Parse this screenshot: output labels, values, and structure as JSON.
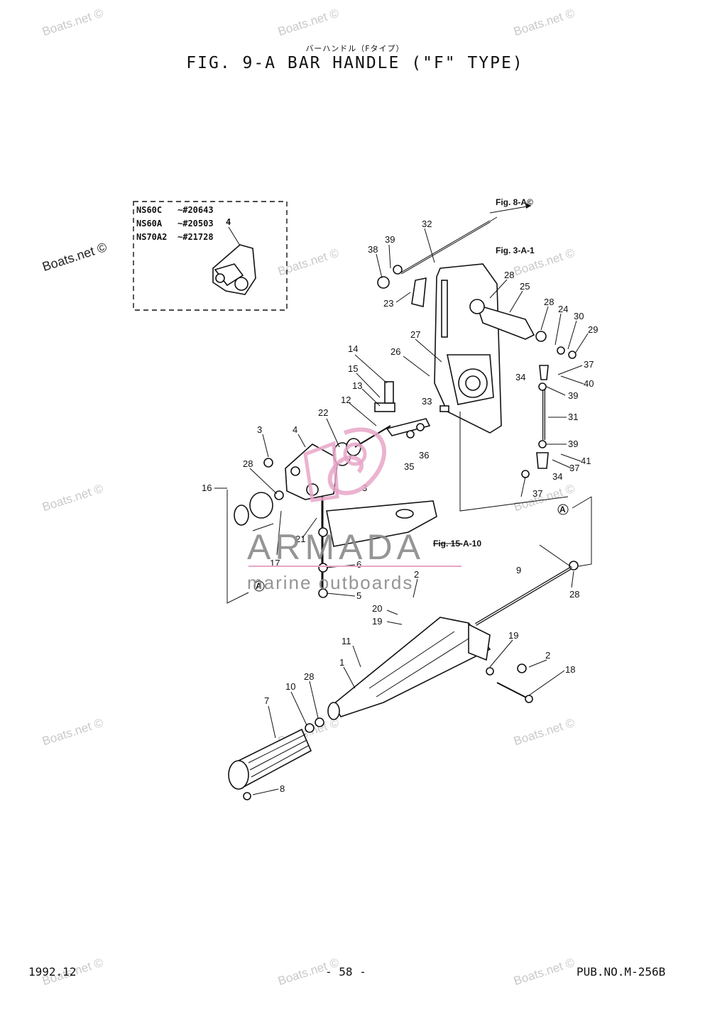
{
  "header": {
    "subtitle_jp": "バーハンドル（Fタイプ）",
    "title": "FIG.  9-A BAR HANDLE (\"F\" TYPE)"
  },
  "watermarks": {
    "text": "Boats.net ©"
  },
  "serial_box": {
    "rows": [
      {
        "model": "NS60C",
        "serial": "~#20643",
        "part": ""
      },
      {
        "model": "NS60A",
        "serial": "~#20503",
        "part": "4"
      },
      {
        "model": "NS70A2",
        "serial": "~#21728",
        "part": ""
      }
    ]
  },
  "references": {
    "fig8": "Fig. 8-A©",
    "fig3": "Fig. 3-A-1",
    "fig15": "Fig. 15-A-10",
    "circle_a": "A"
  },
  "callouts": [
    "1",
    "2",
    "3",
    "4",
    "5",
    "6",
    "7",
    "8",
    "9",
    "10",
    "11",
    "12",
    "13",
    "14",
    "15",
    "16",
    "17",
    "18",
    "19",
    "20",
    "21",
    "22",
    "23",
    "24",
    "25",
    "26",
    "27",
    "28",
    "29",
    "30",
    "31",
    "32",
    "33",
    "34",
    "35",
    "36",
    "37",
    "38",
    "39",
    "40",
    "41"
  ],
  "logo": {
    "brand": "ARMADA",
    "tagline": "marine outboards",
    "brand_color": "#8a8a8a",
    "accent_color": "#e7a6c8"
  },
  "footer": {
    "date": "1992.12",
    "page": "- 58 -",
    "pub_no": "PUB.NO.M-256B"
  }
}
